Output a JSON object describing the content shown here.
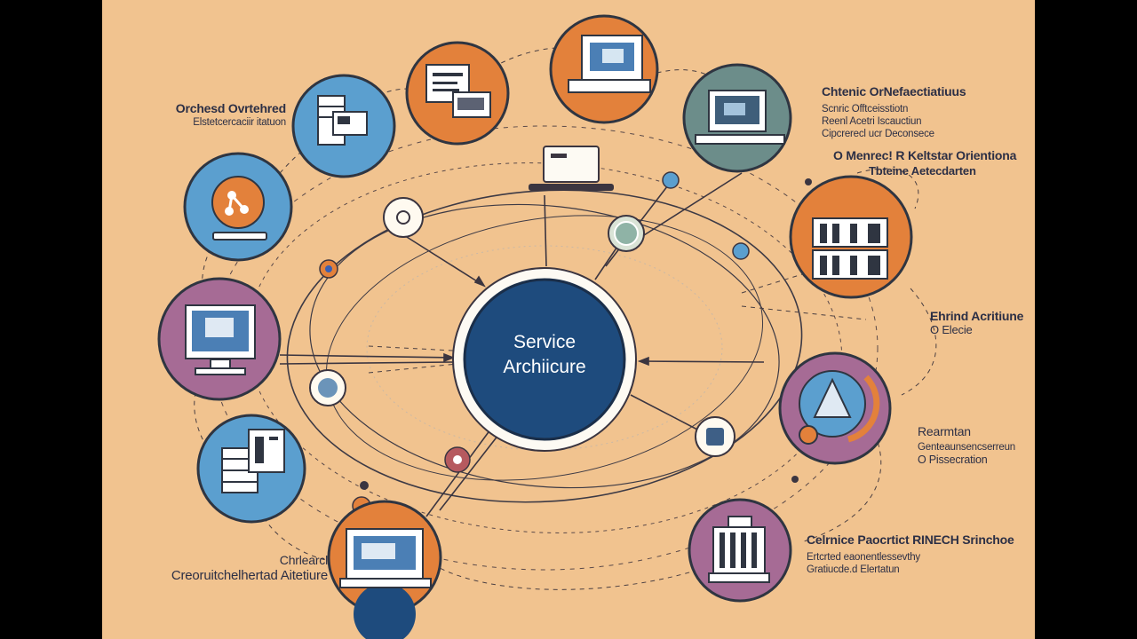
{
  "diagram": {
    "center_label_line1": "Service",
    "center_label_line2": "Archiicure"
  },
  "labels": {
    "top_left_title": "Orchesd Ovrtehred",
    "top_left_sub": "Elstetcercaciir itatuon",
    "top_right_title": "Chtenic OrNefaectiatiuus",
    "top_right_sub1": "Scnric Offtceisstiotn",
    "top_right_sub2": "Reenl Acetri Iscauctiun",
    "top_right_sub3": "Cipcrerecl ucr Deconsece",
    "mid_right_title": "O Menrec! R Keltstar Orientiona",
    "mid_right_sub": "Tbteine Aetecdarten",
    "right_title": "Ehrind Acritiune",
    "right_sub": "O Elecie",
    "right_lower_title": "Rearmtan",
    "right_lower_sub1": "Genteaunsencserreun",
    "right_lower_sub2": "O Pissecration",
    "bottom_right_title": "Celrnice Paocrtict RINECH Srinchoe",
    "bottom_right_sub1": "Ertcrted eaonentlessevthy",
    "bottom_right_sub2": "Gratiucde.d Elertatun",
    "bottom_left_title": "Chrlearcl",
    "bottom_left_sub": "Creoruitchelhertad Aitetiure"
  },
  "icons": {
    "node_colors": {
      "blue": "#5b9fcf",
      "orange": "#e3813b",
      "teal": "#6c8d8a",
      "purple": "#a66b95",
      "navy": "#1e4b7d",
      "background": "#f1c38f"
    },
    "node_icons": [
      "server-rack-icon",
      "document-window-icon",
      "laptop-icon",
      "monitor-icon",
      "share-network-icon",
      "desktop-computer-icon",
      "database-cabinet-icon",
      "cloud-triangle-icon",
      "file-stack-icon",
      "laptop-window-icon",
      "server-cabinet-icon"
    ]
  }
}
